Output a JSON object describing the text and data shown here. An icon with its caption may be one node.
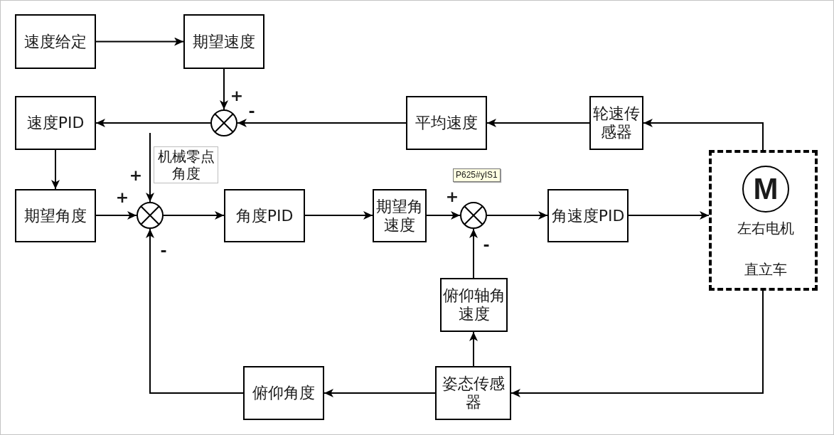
{
  "diagram": {
    "nodes": [
      {
        "text": [
          "速度给定"
        ]
      },
      {
        "text": [
          "期望速度"
        ]
      },
      {
        "text": [],
        "shape": "circle"
      },
      {
        "text": [
          "速度PID"
        ]
      },
      {
        "text": [
          "平均速度"
        ]
      },
      {
        "text": [
          "轮速传感器"
        ]
      },
      {
        "text": [
          "期望角度"
        ]
      },
      {
        "text": [],
        "shape": "circle"
      },
      {
        "text": [
          "角度PID"
        ]
      },
      {
        "text": [
          "期望角速度"
        ]
      },
      {
        "text": [],
        "shape": "circle"
      },
      {
        "text": [
          "角速度PID"
        ]
      },
      {
        "text": [
          "直立车"
        ]
      },
      {
        "text": [
          "M"
        ],
        "in": 12,
        "beside": [
          "左右电机"
        ]
      },
      {
        "text": [
          "俯仰轴角速度"
        ]
      },
      {
        "text": [
          "俯仰角度"
        ]
      },
      {
        "text": [
          "姿态传感器"
        ]
      }
    ],
    "edges": [
      {
        "from": 0,
        "to": 1,
        "arrow": "to"
      },
      {
        "from": 1,
        "to": 2,
        "arrow": "to"
      },
      {
        "from": 4,
        "to": 2,
        "arrow": "to"
      },
      {
        "from": 2,
        "to": 3,
        "arrow": "to"
      },
      {
        "from": 5,
        "to": 4,
        "arrow": "to"
      },
      {
        "from": 12,
        "to": 5,
        "arrow": "to"
      },
      {
        "from": 3,
        "to": 6,
        "arrow": "to"
      },
      {
        "from": null,
        "to": 7,
        "arrow": "to",
        "label": "机械零点角度"
      },
      {
        "from": 6,
        "to": 7,
        "arrow": "to"
      },
      {
        "from": 7,
        "to": 8,
        "arrow": "to"
      },
      {
        "from": 8,
        "to": 9,
        "arrow": "to"
      },
      {
        "from": 9,
        "to": 10,
        "arrow": "to"
      },
      {
        "from": 10,
        "to": 11,
        "arrow": "to"
      },
      {
        "from": 11,
        "to": 12,
        "arrow": "to"
      },
      {
        "from": 12,
        "to": 16,
        "arrow": "to"
      },
      {
        "from": 16,
        "to": 14,
        "arrow": "to"
      },
      {
        "from": 14,
        "to": 10,
        "arrow": "to"
      },
      {
        "from": 16,
        "to": 15,
        "arrow": "to"
      },
      {
        "from": 15,
        "to": 7,
        "arrow": "to"
      }
    ],
    "labels": [
      "+",
      "-",
      "+",
      "P625#yIS1",
      "+",
      "+",
      "-",
      "-"
    ]
  }
}
